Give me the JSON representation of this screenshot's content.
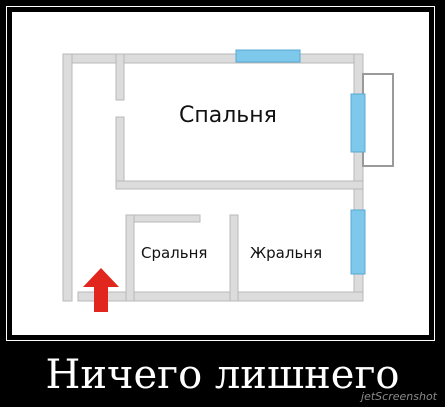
{
  "rooms": {
    "bedroom": "Спальня",
    "toilet": "Сральня",
    "kitchen": "Жральня"
  },
  "caption": "Ничего лишнего",
  "watermark": "jetScreenshot",
  "colors": {
    "wall": "#dcdcdc",
    "wall_edge": "#b9b9b9",
    "window": "#7ec8ec",
    "arrow": "#e0261d"
  }
}
